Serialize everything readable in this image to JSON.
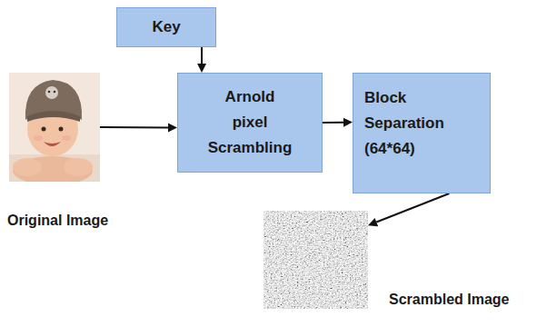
{
  "diagram": {
    "nodes": [
      {
        "text": [
          "Key"
        ]
      },
      {
        "text": [
          "Original Image"
        ]
      },
      {
        "text": [
          "Arnold pixel Scrambling"
        ]
      },
      {
        "text": [
          "Block Separation (64*64)"
        ]
      },
      {
        "text": [
          "Scrambled Image"
        ]
      }
    ],
    "edges": [
      {
        "from": 0,
        "to": 2,
        "arrow": "to"
      },
      {
        "from": 1,
        "to": 2,
        "arrow": "to"
      },
      {
        "from": 2,
        "to": 3,
        "arrow": "to"
      },
      {
        "from": 3,
        "to": 4,
        "arrow": "to"
      }
    ]
  }
}
